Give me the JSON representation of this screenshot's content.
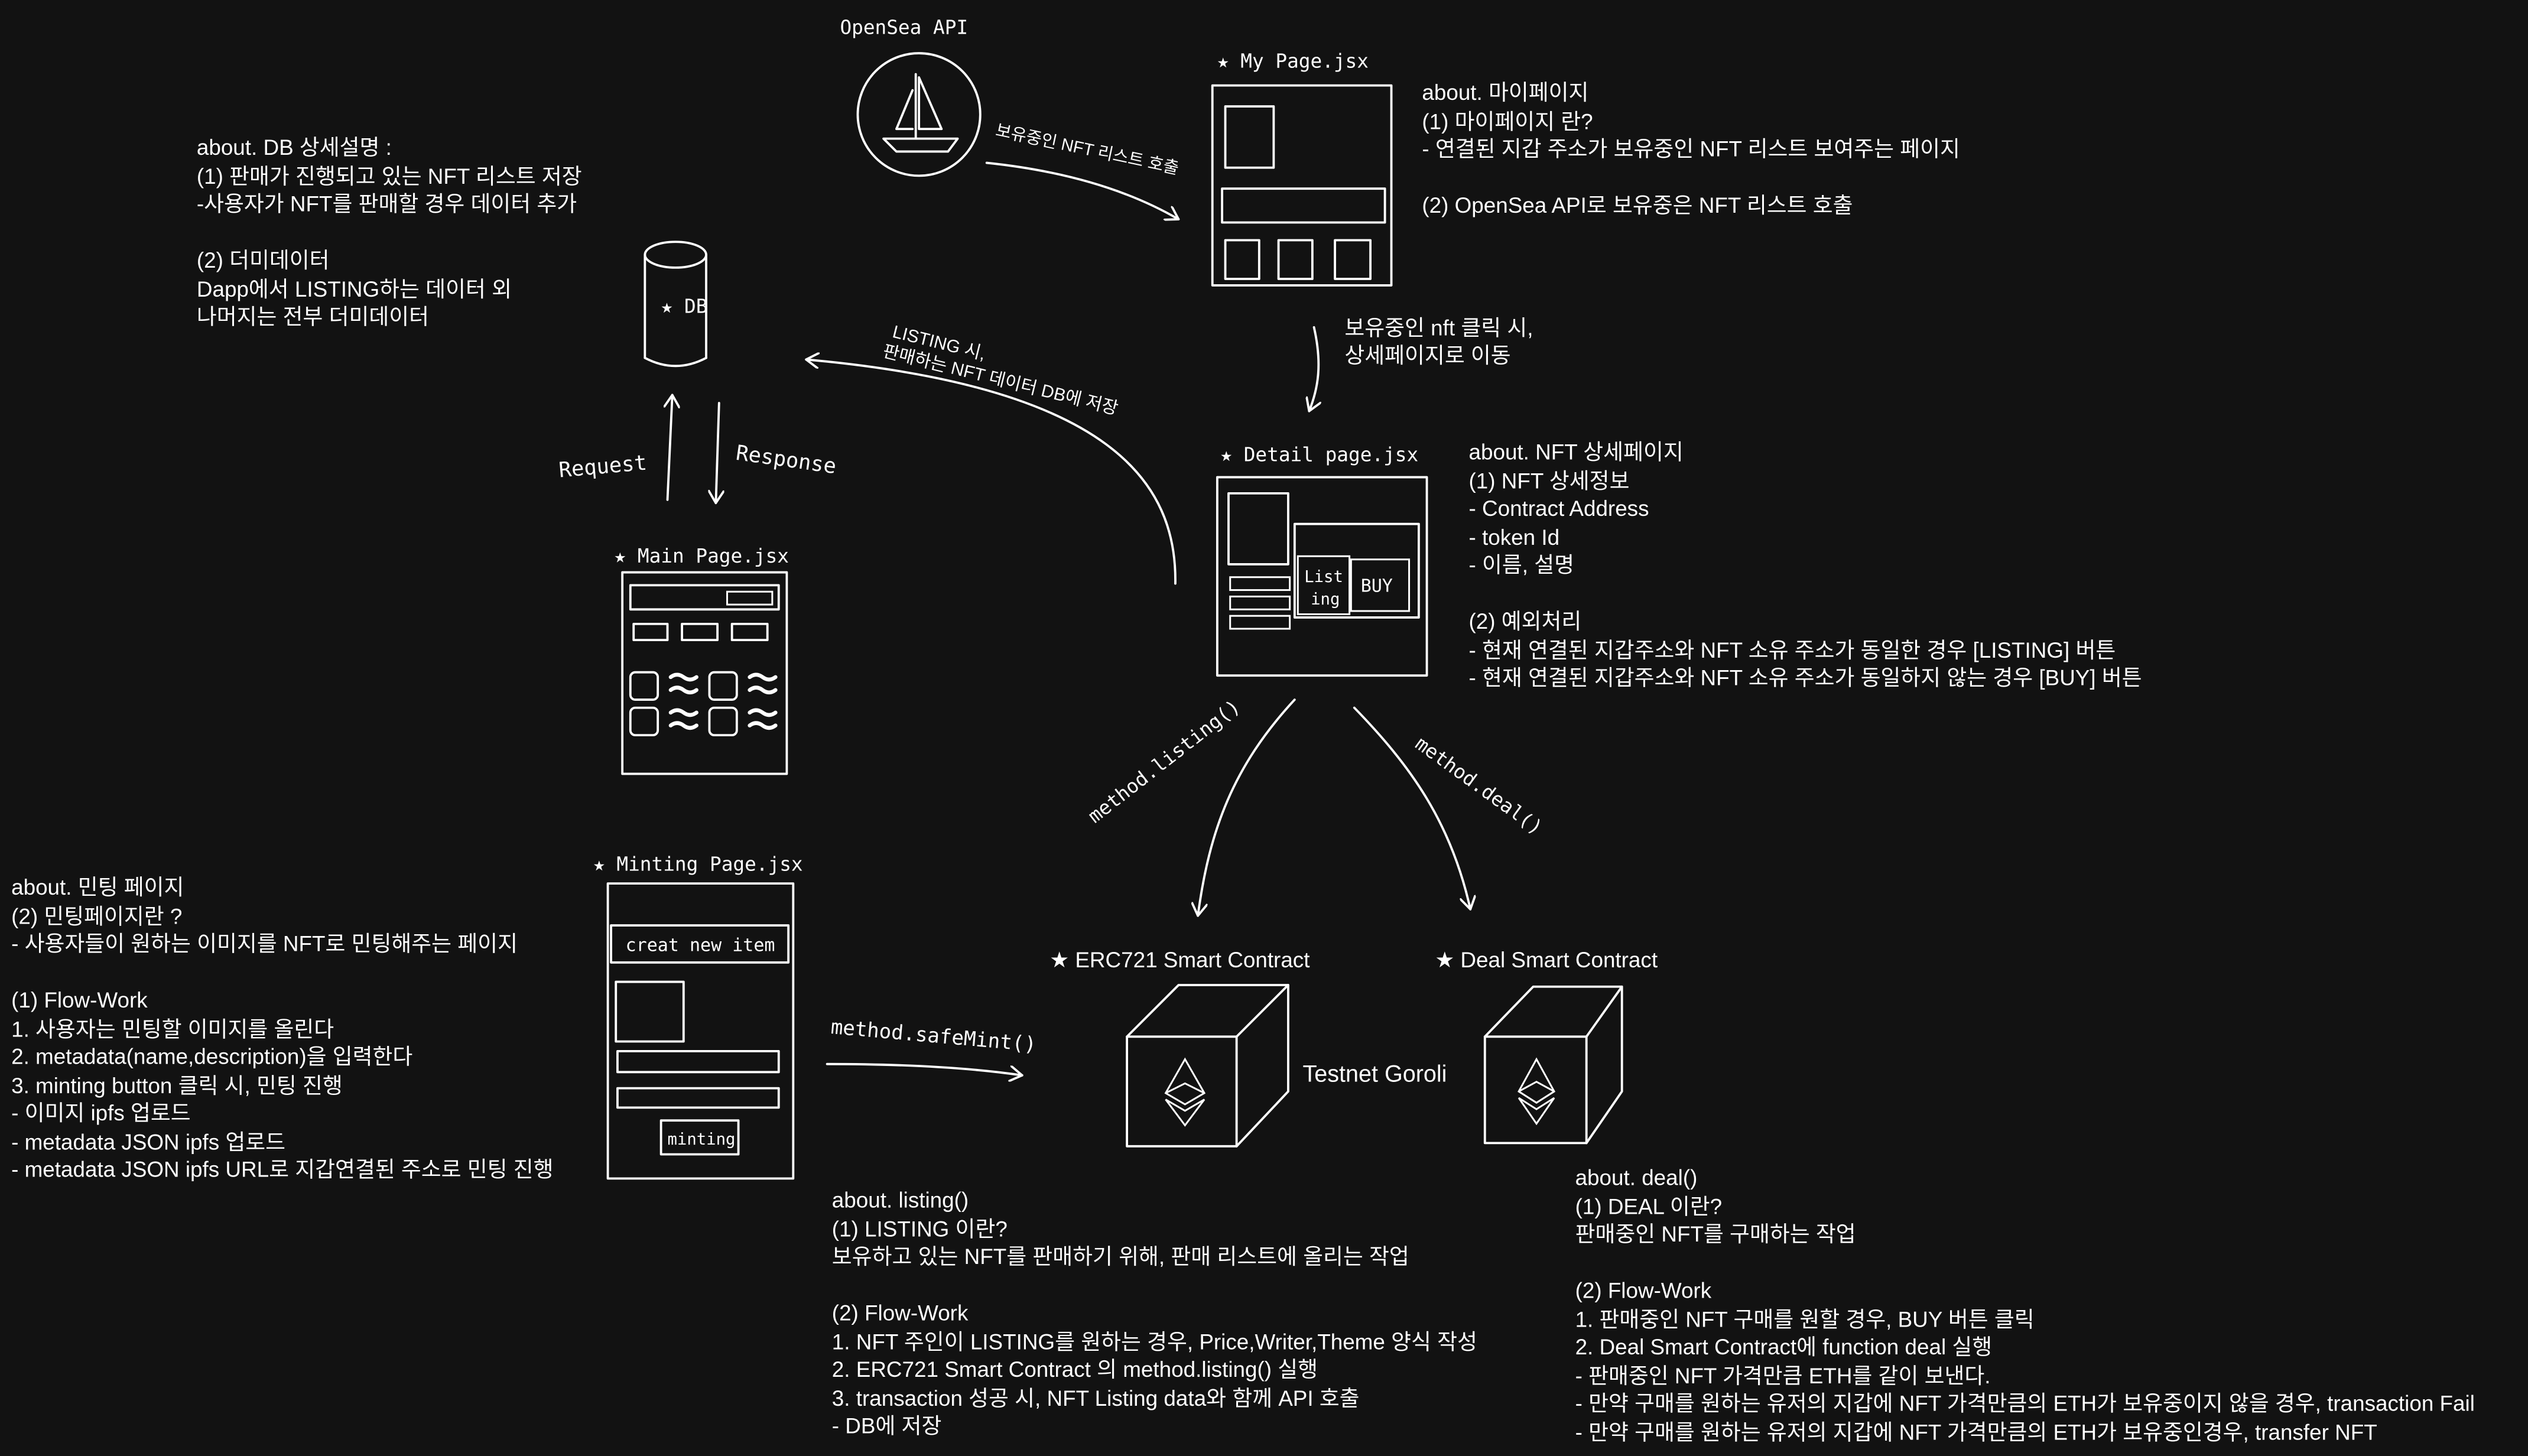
{
  "labels": {
    "opensea_api": "OpenSea API",
    "my_page": "★ My Page.jsx",
    "detail_page": "★ Detail page.jsx",
    "main_page": "★ Main Page.jsx",
    "minting_page": "★ Minting Page.jsx",
    "db": "★ DB",
    "erc721": "★ ERC721 Smart Contract",
    "deal_contract": "★ Deal Smart Contract",
    "testnet": "Testnet Goroli",
    "create_new_item": "creat new item",
    "minting_button": "minting",
    "listing_button_1": "List",
    "listing_button_2": "ing",
    "buy_button": "BUY"
  },
  "edges": {
    "opensea_to_mypage": "보유중인 NFT 리스트 호출",
    "mypage_to_detail_1": "보유중인 nft 클릭 시,",
    "mypage_to_detail_2": "상세페이지로 이동",
    "detail_to_db_1": "LISTING 시,",
    "detail_to_db_2": "판매하는 NFT 데이터 DB에 저장",
    "request": "Request",
    "response": "Response",
    "method_listing": "method.listing()",
    "method_deal": "method.deal()",
    "method_safemint": "method.safeMint()"
  },
  "notes": {
    "db": [
      "about. DB 상세설명 :",
      "(1) 판매가 진행되고 있는 NFT 리스트 저장",
      "-사용자가 NFT를 판매할 경우 데이터 추가",
      "",
      "(2) 더미데이터",
      "Dapp에서 LISTING하는 데이터 외",
      "나머지는 전부 더미데이터"
    ],
    "mypage": [
      "about. 마이페이지",
      "(1) 마이페이지 란?",
      "- 연결된 지갑 주소가 보유중인 NFT 리스트 보여주는 페이지",
      "",
      "(2) OpenSea API로 보유중은 NFT 리스트 호출"
    ],
    "detail": [
      "about. NFT 상세페이지",
      "(1) NFT 상세정보",
      "- Contract Address",
      "- token Id",
      "- 이름, 설명",
      "",
      "(2) 예외처리",
      "- 현재 연결된 지갑주소와 NFT 소유 주소가 동일한 경우 [LISTING] 버튼",
      "- 현재 연결된 지갑주소와 NFT 소유 주소가 동일하지 않는 경우 [BUY] 버튼"
    ],
    "minting": [
      "about. 민팅 페이지",
      "(2) 민팅페이지란 ?",
      "- 사용자들이 원하는 이미지를 NFT로 민팅해주는 페이지",
      "",
      "(1) Flow-Work",
      "1. 사용자는 민팅할 이미지를 올린다",
      "2. metadata(name,description)을 입력한다",
      "3. minting button 클릭 시, 민팅 진행",
      "- 이미지 ipfs 업로드",
      "- metadata JSON ipfs 업로드",
      "- metadata JSON ipfs URL로 지갑연결된 주소로 민팅 진행"
    ],
    "listing": [
      "about. listing()",
      "(1) LISTING 이란?",
      "보유하고 있는 NFT를 판매하기 위해, 판매 리스트에 올리는 작업",
      "",
      "(2) Flow-Work",
      "1. NFT 주인이 LISTING를 원하는 경우, Price,Writer,Theme 양식 작성",
      "2. ERC721 Smart Contract 의 method.listing() 실행",
      "3. transaction 성공 시, NFT Listing data와 함께 API 호출",
      "- DB에 저장"
    ],
    "deal": [
      "about. deal()",
      "(1) DEAL 이란?",
      "판매중인 NFT를 구매하는 작업",
      "",
      "(2) Flow-Work",
      "1. 판매중인 NFT 구매를 원할 경우, BUY 버튼 클릭",
      "2. Deal Smart Contract에 function deal 실행",
      "- 판매중인 NFT 가격만큼 ETH를 같이 보낸다.",
      "- 만약 구매를 원하는 유저의 지갑에 NFT 가격만큼의 ETH가 보유중이지 않을 경우, transaction Fail",
      "- 만약 구매를 원하는 유저의 지갑에 NFT 가격만큼의 ETH가 보유중인경우, transfer NFT"
    ]
  },
  "colors": {
    "background": "#121212",
    "foreground": "#ffffff"
  },
  "icons": [
    "opensea-ship-icon",
    "database-icon",
    "ethereum-icon"
  ]
}
